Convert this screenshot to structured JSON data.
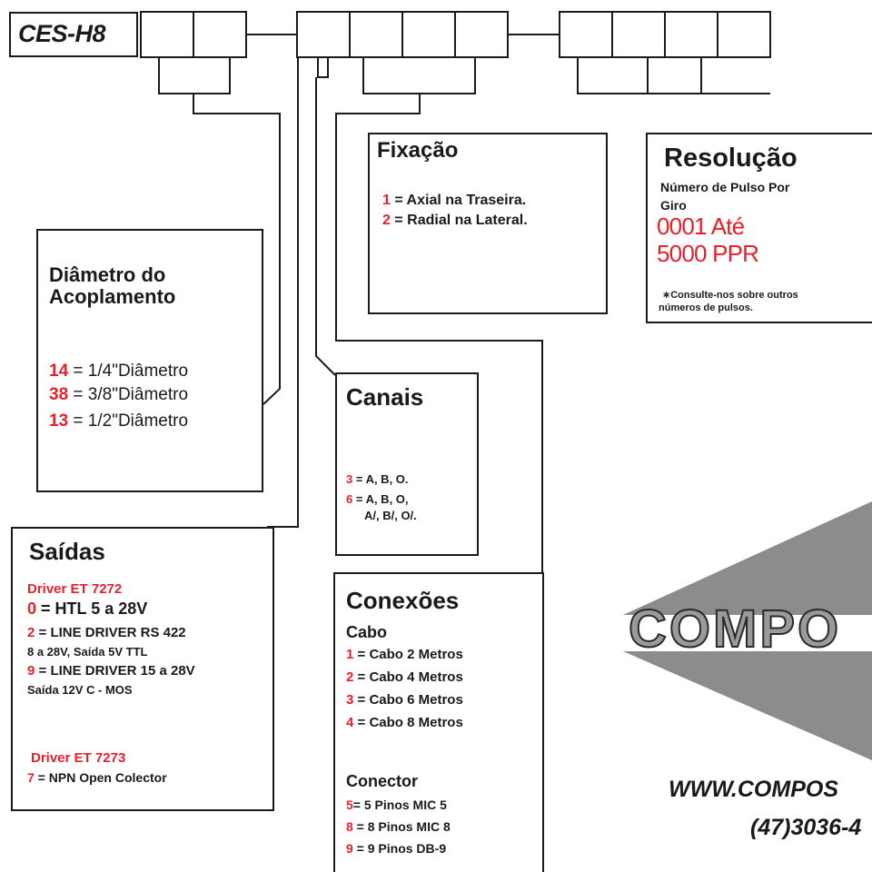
{
  "model": "CES-H8",
  "fixacao": {
    "title": "Fixação",
    "items": [
      {
        "code": "1",
        "text": " = Axial na Traseira."
      },
      {
        "code": "2",
        "text": " = Radial na Lateral."
      }
    ]
  },
  "resolucao": {
    "title": "Resolução",
    "subtitle_1": "Número de Pulso Por",
    "subtitle_2": "Giro",
    "range_1": "0001 Até",
    "range_2": "5000 PPR",
    "note_1": "∗Consulte-nos sobre outros",
    "note_2": "números de pulsos."
  },
  "diametro": {
    "title_1": "Diâmetro do",
    "title_2": "Acoplamento",
    "items": [
      {
        "code": "14",
        "text": " =  1/4\"Diâmetro"
      },
      {
        "code": "38",
        "text": " = 3/8\"Diâmetro"
      },
      {
        "code": "13",
        "text": " =  1/2\"Diâmetro"
      }
    ]
  },
  "canais": {
    "title": "Canais",
    "items": [
      {
        "code": "3",
        "text": " = A, B, O."
      },
      {
        "code": "6",
        "text": " = A, B, O,"
      }
    ],
    "continuation": "A/, B/, O/."
  },
  "saidas": {
    "title": "Saídas",
    "driver_1": "Driver ET 7272",
    "o0_code": "0",
    "o0_text": " = HTL  5 a 28V",
    "o2_code": "2",
    "o2_text": " = LINE DRIVER RS 422",
    "o2_sub": "8 a 28V, Saída 5V TTL",
    "o9_code": "9",
    "o9_text": " = LINE DRIVER 15 a 28V",
    "o9_sub": "Saída 12V C - MOS",
    "driver_2": "Driver ET 7273",
    "o7_code": "7",
    "o7_text": " = NPN Open Colector"
  },
  "conexoes": {
    "title": "Conexões",
    "cabo_label": "Cabo",
    "cabos": [
      {
        "code": "1",
        "text": " = Cabo 2 Metros"
      },
      {
        "code": "2",
        "text": " = Cabo 4 Metros"
      },
      {
        "code": "3",
        "text": " = Cabo 6 Metros"
      },
      {
        "code": "4",
        "text": " = Cabo 8 Metros"
      }
    ],
    "conector_label": "Conector",
    "conectores": [
      {
        "code": "5",
        "text": "= 5 Pinos MIC 5"
      },
      {
        "code": "8",
        "text": " = 8 Pinos MIC 8"
      },
      {
        "code": "9",
        "text": " = 9 Pinos DB-9"
      }
    ]
  },
  "logo": {
    "text": "COMPO"
  },
  "website": "WWW.COMPOS",
  "phone": "(47)3036-4",
  "colors": {
    "accent_red": "#e8202a",
    "logo_gray": "#8c8c8c"
  }
}
